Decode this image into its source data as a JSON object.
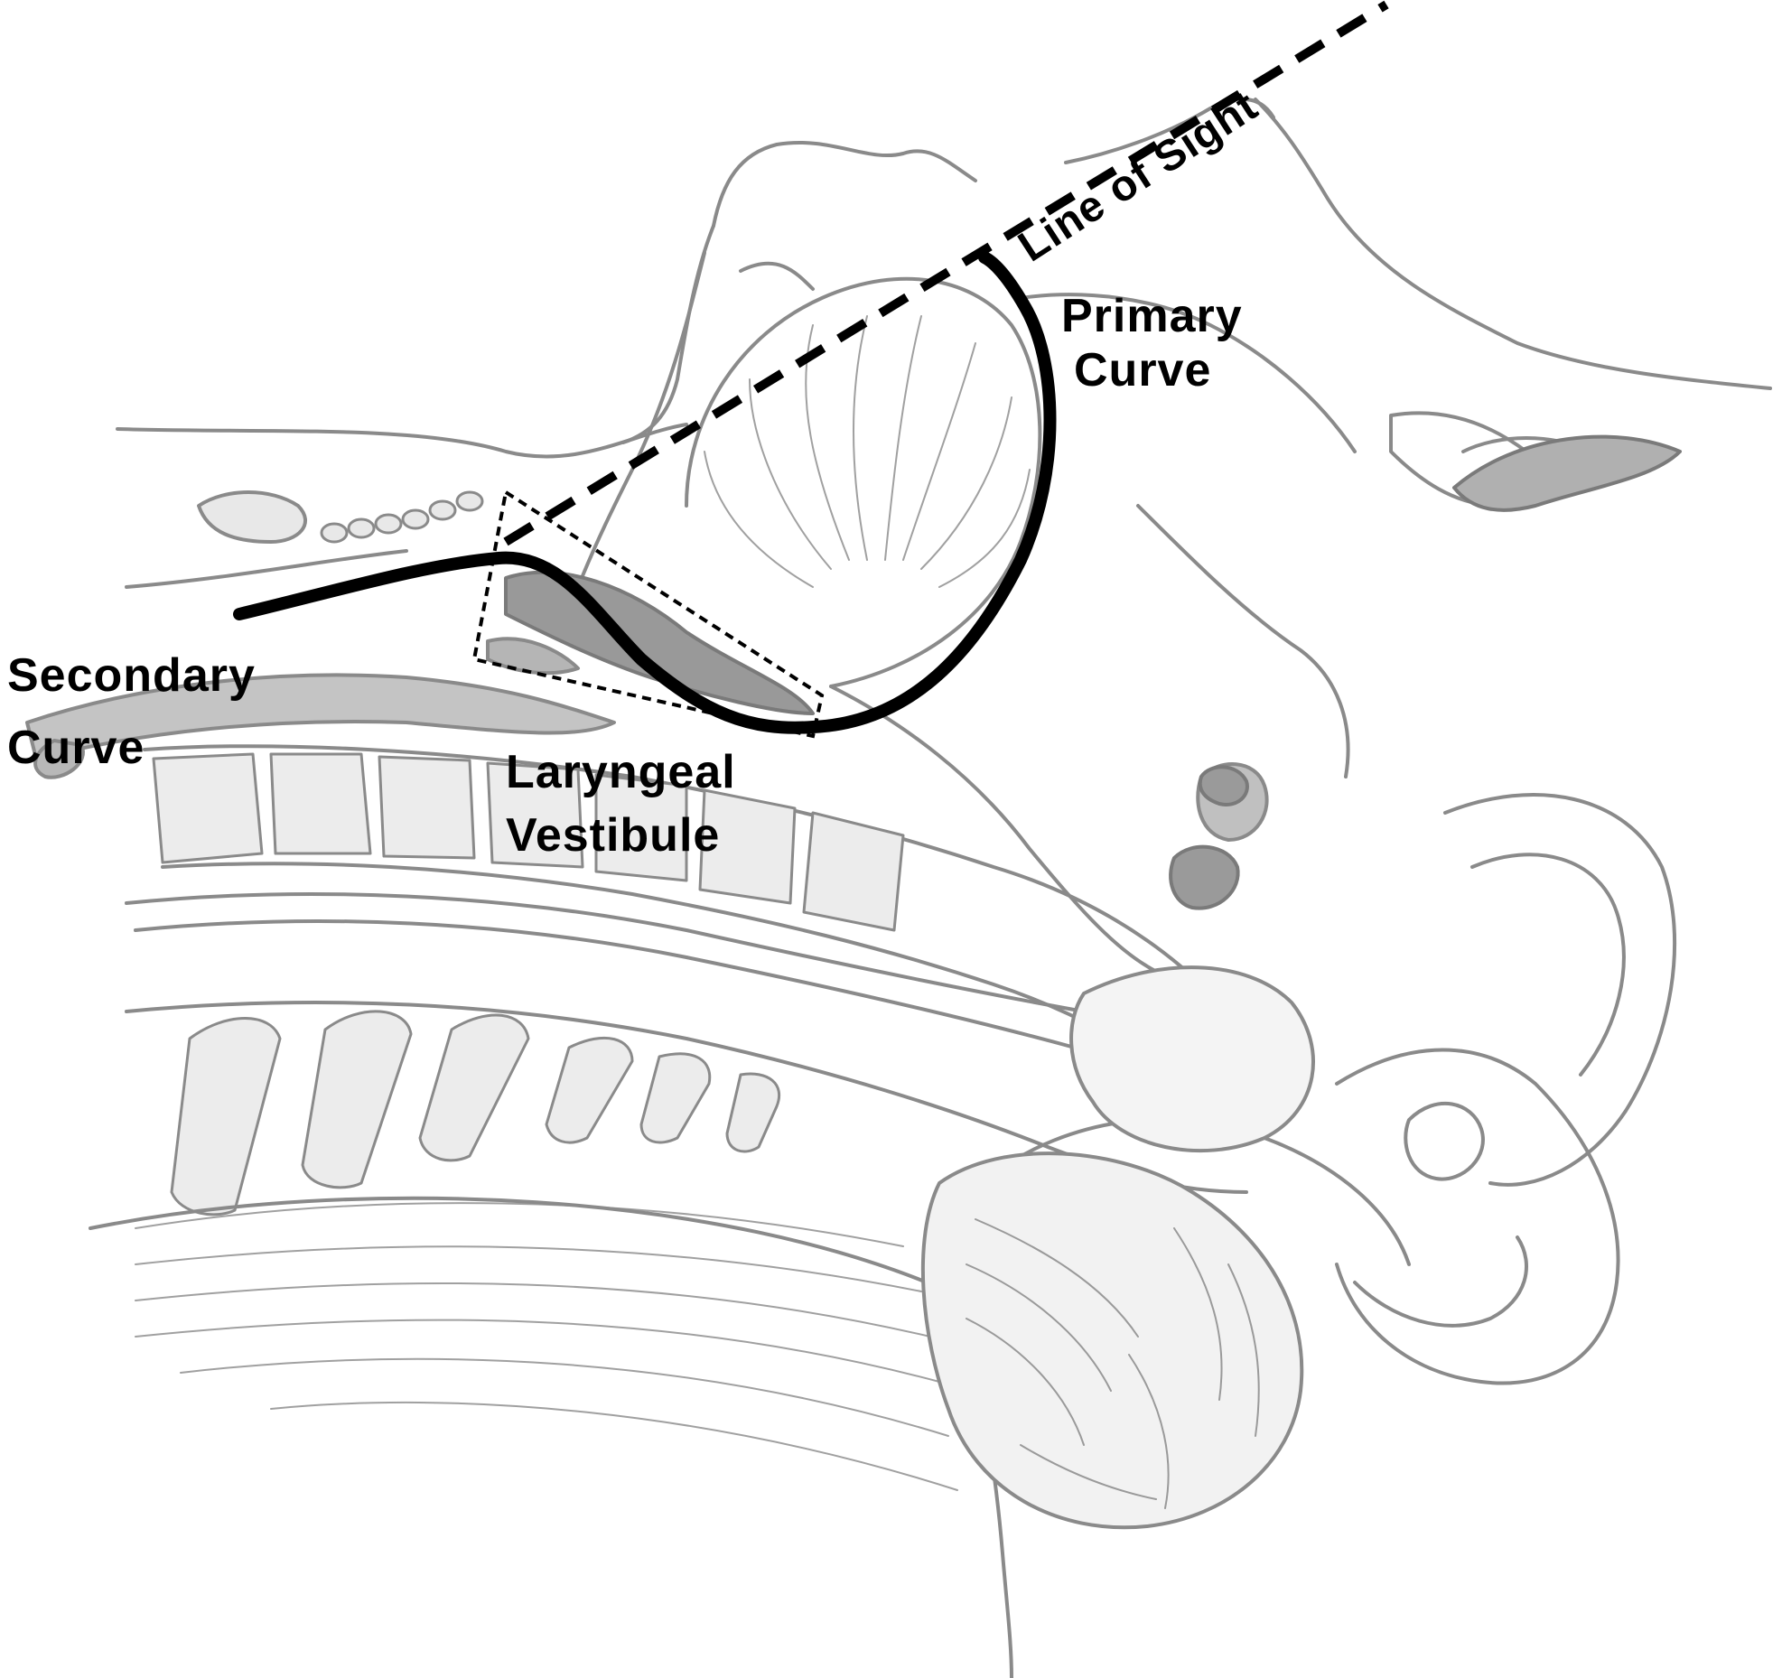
{
  "labels": {
    "line_of_sight": "Line of Sight",
    "primary_curve_line1": "Primary",
    "primary_curve_line2": "Curve",
    "secondary_curve_line1": "Secondary",
    "secondary_curve_line2": "Curve",
    "laryngeal_vestibule_line1": "Laryngeal",
    "laryngeal_vestibule_line2": "Vestibule"
  },
  "colors": {
    "background": "#ffffff",
    "anatomy_stroke": "#8a8a8a",
    "anatomy_shade": "#b0b0b0",
    "annotation": "#000000"
  }
}
